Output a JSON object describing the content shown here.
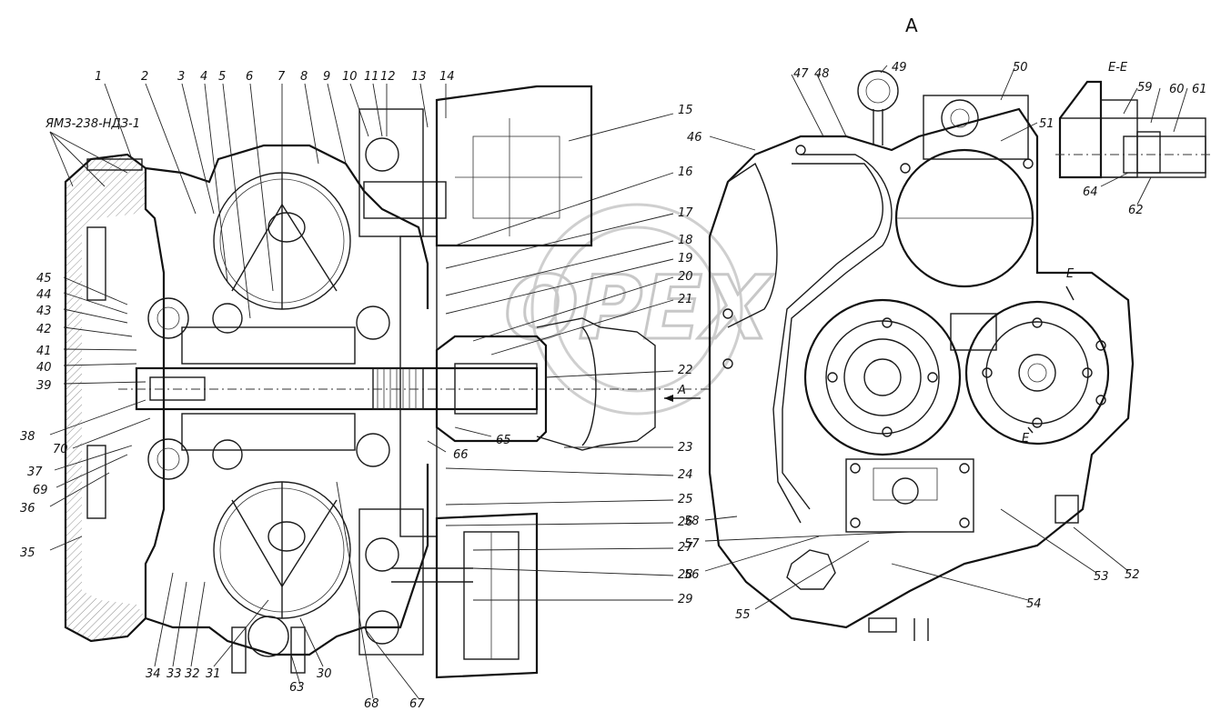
{
  "view_title": "А",
  "model_label": "ЯМЗ-238-НДЗ-1",
  "section_label": "Е-Е",
  "section_marks": [
    "Е",
    "Е"
  ],
  "arrow_label": "А",
  "watermark": "OPEX",
  "callouts": [
    "1",
    "2",
    "3",
    "4",
    "5",
    "6",
    "7",
    "8",
    "9",
    "10",
    "11",
    "12",
    "13",
    "14",
    "15",
    "16",
    "17",
    "18",
    "19",
    "20",
    "21",
    "22",
    "23",
    "24",
    "25",
    "26",
    "27",
    "28",
    "29",
    "30",
    "31",
    "32",
    "33",
    "34",
    "35",
    "36",
    "37",
    "38",
    "39",
    "40",
    "41",
    "42",
    "43",
    "44",
    "45",
    "46",
    "47",
    "48",
    "49",
    "50",
    "51",
    "52",
    "53",
    "54",
    "55",
    "56",
    "57",
    "58",
    "59",
    "60",
    "61",
    "62",
    "63",
    "64",
    "65",
    "66",
    "67",
    "68",
    "69",
    "70"
  ]
}
